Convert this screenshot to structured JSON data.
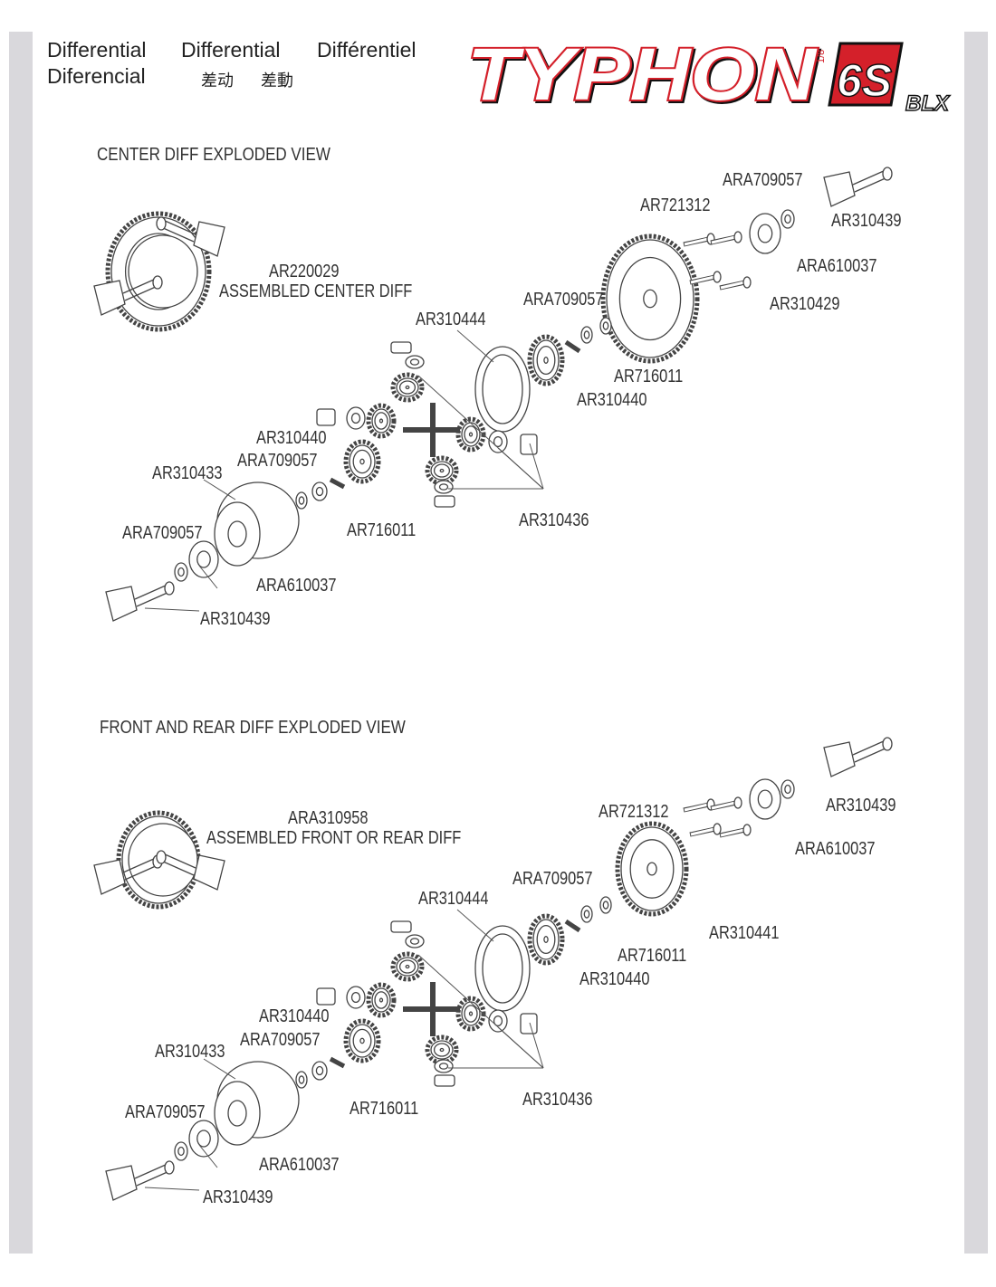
{
  "header": {
    "titles": [
      "Differential",
      "Differential",
      "Différentiel",
      "Diferencial",
      "差动",
      "差動"
    ],
    "logo_text": "TYPHON",
    "logo_badge": "6S",
    "logo_suffix": "BLX",
    "logo_scale": "1/8"
  },
  "center": {
    "section_title": "CENTER DIFF EXPLODED VIEW",
    "labels": [
      "ARA709057",
      "AR721312",
      "AR310439",
      "AR220029",
      "ASSEMBLED CENTER DIFF",
      "ARA610037",
      "ARA709057",
      "AR310429",
      "AR310444",
      "AR716011",
      "AR310440",
      "AR310440",
      "ARA709057",
      "AR310433",
      "AR310436",
      "ARA709057",
      "AR716011",
      "ARA610037",
      "AR310439"
    ]
  },
  "front_rear": {
    "section_title": "FRONT AND REAR DIFF EXPLODED VIEW",
    "labels": [
      "AR310439",
      "AR721312",
      "ARA310958",
      "ASSEMBLED FRONT OR REAR DIFF",
      "ARA610037",
      "ARA709057",
      "AR310444",
      "AR310441",
      "AR716011",
      "AR310440",
      "AR310440",
      "ARA709057",
      "AR310433",
      "AR310436",
      "ARA709057",
      "AR716011",
      "ARA610037",
      "AR310439"
    ]
  },
  "colors": {
    "sidebar": "#d9d8dc",
    "logo_red": "#d4202a",
    "line": "#444444"
  }
}
